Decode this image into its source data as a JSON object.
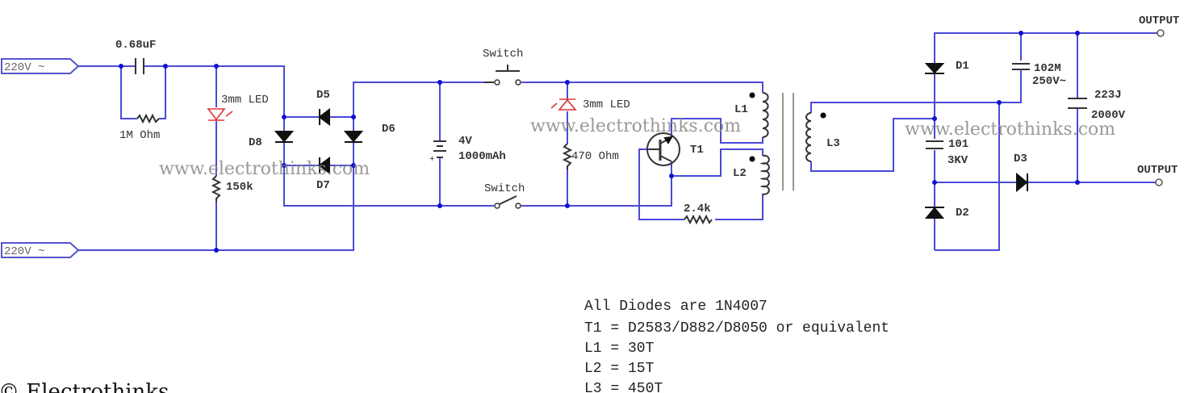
{
  "inputs": {
    "ac_top": "220V ~",
    "ac_bottom": "220V ~"
  },
  "components": {
    "c_input": "0.68uF",
    "r_bleed": "1M Ohm",
    "led1": "3mm LED",
    "r_led1": "150k",
    "d5": "D5",
    "d6": "D6",
    "d7": "D7",
    "d8": "D8",
    "battery_v": "4V",
    "battery_cap": "1000mAh",
    "switch_top": "Switch",
    "switch_bottom": "Switch",
    "led2": "3mm LED",
    "r_led2": "470 Ohm",
    "t1": "T1",
    "r_base": "2.4k",
    "l1": "L1",
    "l2": "L2",
    "l3": "L3",
    "d1": "D1",
    "d2": "D2",
    "d3": "D3",
    "c_102m": "102M",
    "c_102m_v": "250V~",
    "c_101": "101",
    "c_101_v": "3KV",
    "c_223j": "223J",
    "c_223j_v": "2000V",
    "output_top": "OUTPUT",
    "output_bottom": "OUTPUT"
  },
  "watermark": "www.electrothinks.com",
  "notes": [
    "All Diodes are 1N4007",
    "T1 = D2583/D882/D8050 or equivalent",
    "L1 = 30T",
    "L2 = 15T",
    "L3 = 450T"
  ],
  "copyright": "© Electrothinks",
  "colors": {
    "wire": "#4a4ad8",
    "junction": "#1010d0",
    "led": "#dd3333"
  }
}
